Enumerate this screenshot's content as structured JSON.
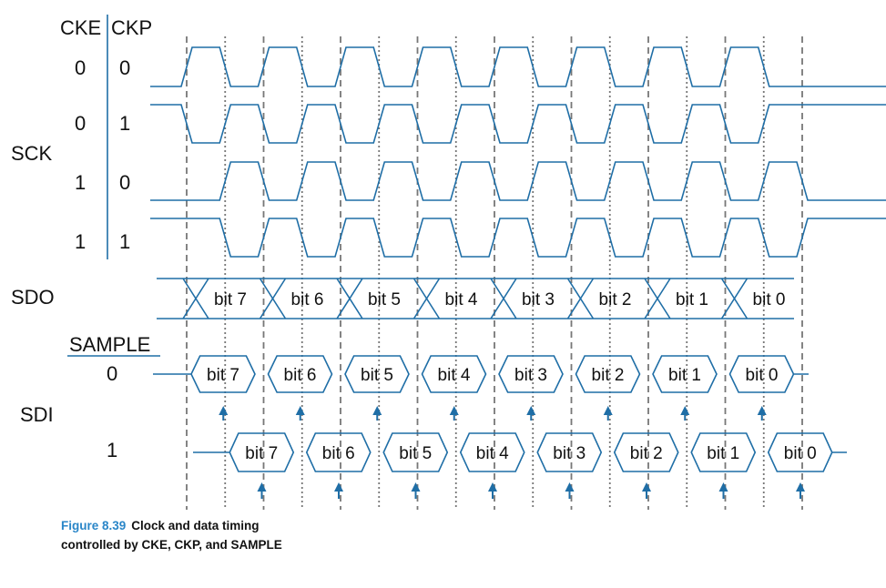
{
  "table": {
    "cke_header": "CKE",
    "ckp_header": "CKP",
    "rows": [
      {
        "cke": "0",
        "ckp": "0"
      },
      {
        "cke": "0",
        "ckp": "1"
      },
      {
        "cke": "1",
        "ckp": "0"
      },
      {
        "cke": "1",
        "ckp": "1"
      }
    ]
  },
  "signals": {
    "sck": "SCK",
    "sdo": "SDO",
    "sdi": "SDI",
    "sample": "SAMPLE",
    "sample_values": [
      "0",
      "1"
    ]
  },
  "bits": [
    "bit 7",
    "bit 6",
    "bit 5",
    "bit 4",
    "bit 3",
    "bit 2",
    "bit 1",
    "bit 0"
  ],
  "caption": {
    "number": "Figure 8.39",
    "text": "Clock and data timing controlled by CKE, CKP, and SAMPLE"
  },
  "colors": {
    "waveform": "#1f6ea6",
    "caption_number": "#2a86c8",
    "guides": "#777777"
  }
}
